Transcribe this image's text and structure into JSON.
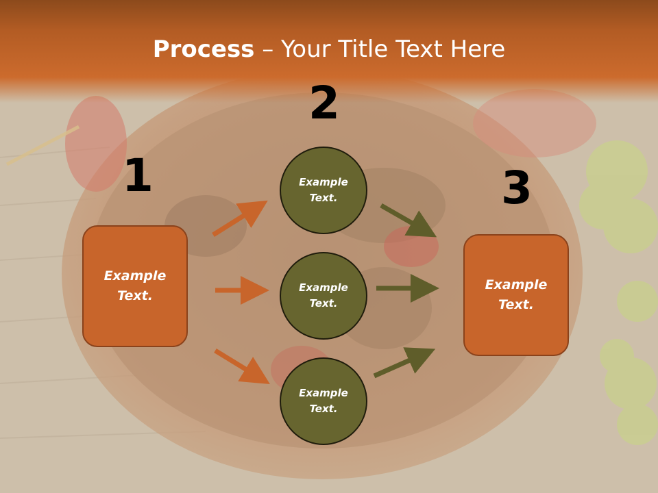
{
  "title": {
    "bold": "Process",
    "rest": " – Your Title Text Here"
  },
  "steps": [
    {
      "number": "1",
      "label": "Example Text."
    },
    {
      "number": "2",
      "label": "Example Text."
    },
    {
      "number": "3",
      "label": "Example Text."
    }
  ],
  "middle_items": [
    {
      "label": "Example Text."
    },
    {
      "label": "Example Text."
    },
    {
      "label": "Example Text."
    }
  ],
  "colors": {
    "header": "#cc6b2d",
    "box_fill": "#c8652b",
    "circle_fill": "#67652f",
    "arrow_orange": "#c8652b",
    "arrow_olive": "#5f5d2a"
  }
}
